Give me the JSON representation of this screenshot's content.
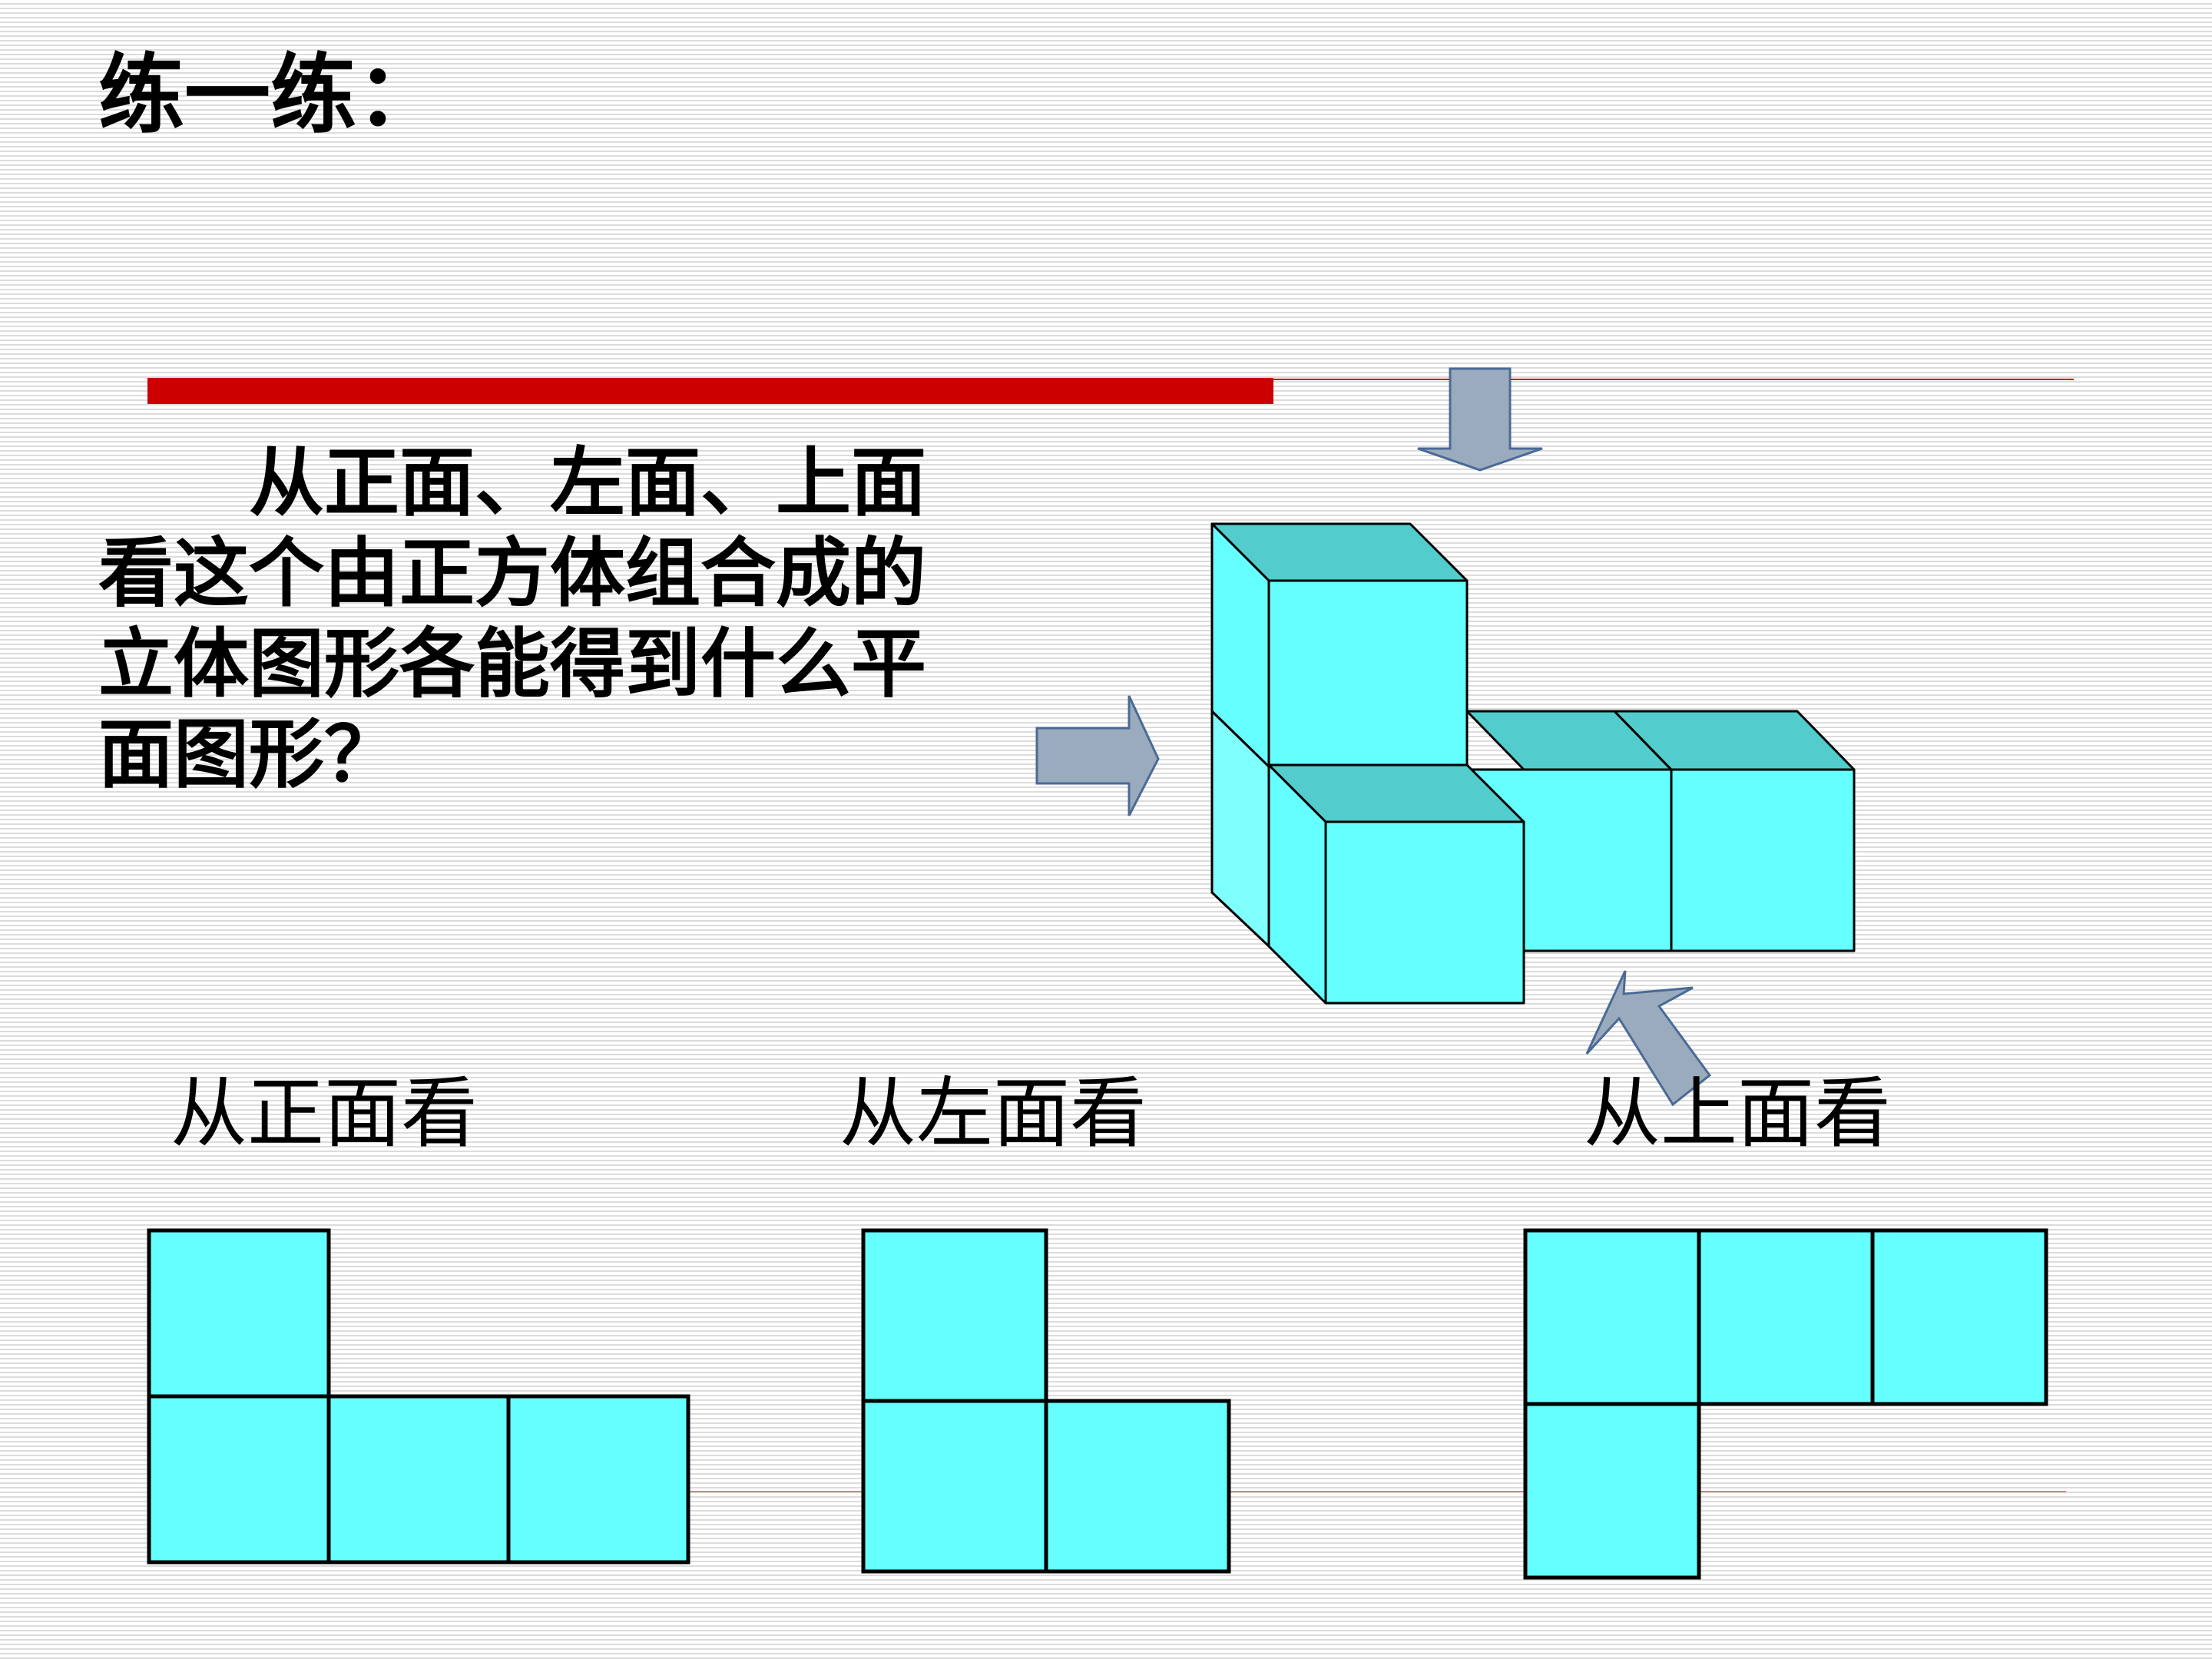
{
  "slide": {
    "title": "练一练：",
    "problem": "从正面、左面、上面看这个由正方体组合成的立体图形各能得到什么平面图形？"
  },
  "views": {
    "front_label": "从正面看",
    "left_label": "从左面看",
    "top_label": "从上面看"
  },
  "colors": {
    "cube_face": "#66ffff",
    "cube_top": "#52cccc",
    "accent_bar": "#cc0000",
    "arrow_fill": "#9aabbd",
    "arrow_stroke": "#4a6a96"
  }
}
